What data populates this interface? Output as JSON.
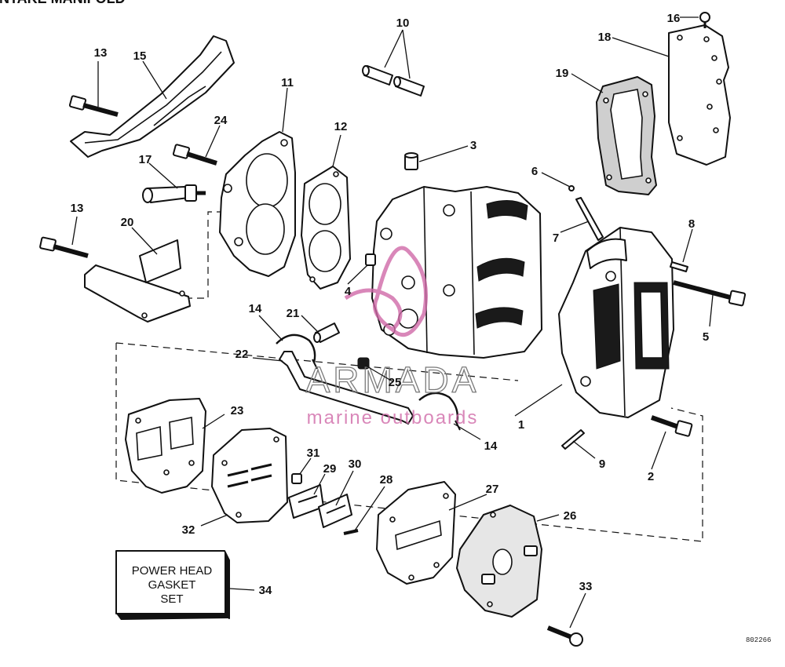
{
  "diagram": {
    "header_fragment": "INTAKE MANIFOLD",
    "part_numbers": [
      "1",
      "2",
      "3",
      "4",
      "5",
      "6",
      "7",
      "8",
      "9",
      "10",
      "11",
      "12",
      "13",
      "13",
      "14",
      "14",
      "15",
      "16",
      "17",
      "18",
      "19",
      "20",
      "21",
      "22",
      "23",
      "24",
      "25",
      "26",
      "27",
      "28",
      "29",
      "30",
      "31",
      "32",
      "33",
      "34"
    ],
    "kit_box": {
      "line1": "POWER HEAD",
      "line2": "GASKET",
      "line3": "SET"
    },
    "watermark": {
      "brand": "ARMADA",
      "tagline": "marine outboards",
      "accent_color": "#d06aa8"
    },
    "figure_code": "802266"
  }
}
